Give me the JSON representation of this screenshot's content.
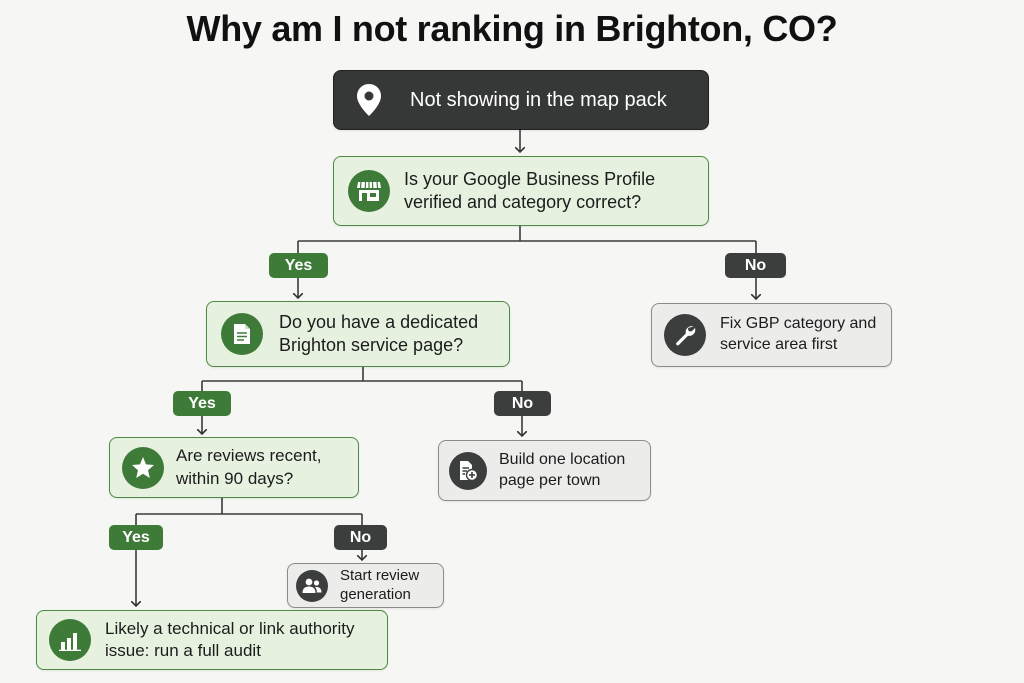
{
  "title": "Why am I not ranking in Brighton, CO?",
  "nodes": {
    "start": {
      "text": "Not showing in the map pack",
      "icon": "map-pin-icon"
    },
    "q_gbp": {
      "line1": "Is your Google Business Profile",
      "line2": "verified and category correct?",
      "icon": "storefront-icon"
    },
    "q_page": {
      "line1": "Do you have a dedicated",
      "line2": "Brighton service page?",
      "icon": "document-icon"
    },
    "q_reviews": {
      "line1": "Are reviews recent,",
      "line2": "within 90 days?",
      "icon": "star-icon"
    },
    "fix_gbp": {
      "line1": "Fix GBP category and",
      "line2": "service area first",
      "icon": "wrench-icon"
    },
    "build_page": {
      "line1": "Build one location",
      "line2": "page per town",
      "icon": "add-page-icon"
    },
    "start_reviews": {
      "line1": "Start review",
      "line2": "generation",
      "icon": "people-icon"
    },
    "audit": {
      "line1": "Likely a technical or link authority",
      "line2": "issue: run a full audit",
      "icon": "bar-chart-icon"
    }
  },
  "branches": {
    "gbp_yes": "Yes",
    "gbp_no": "No",
    "page_yes": "Yes",
    "page_no": "No",
    "reviews_yes": "Yes",
    "reviews_no": "No"
  },
  "colors": {
    "green_accent": "#3f7b38",
    "green_fill": "#e7f1df",
    "dark": "#353837",
    "gray_fill": "#ececeb",
    "background": "#f6f6f4"
  }
}
